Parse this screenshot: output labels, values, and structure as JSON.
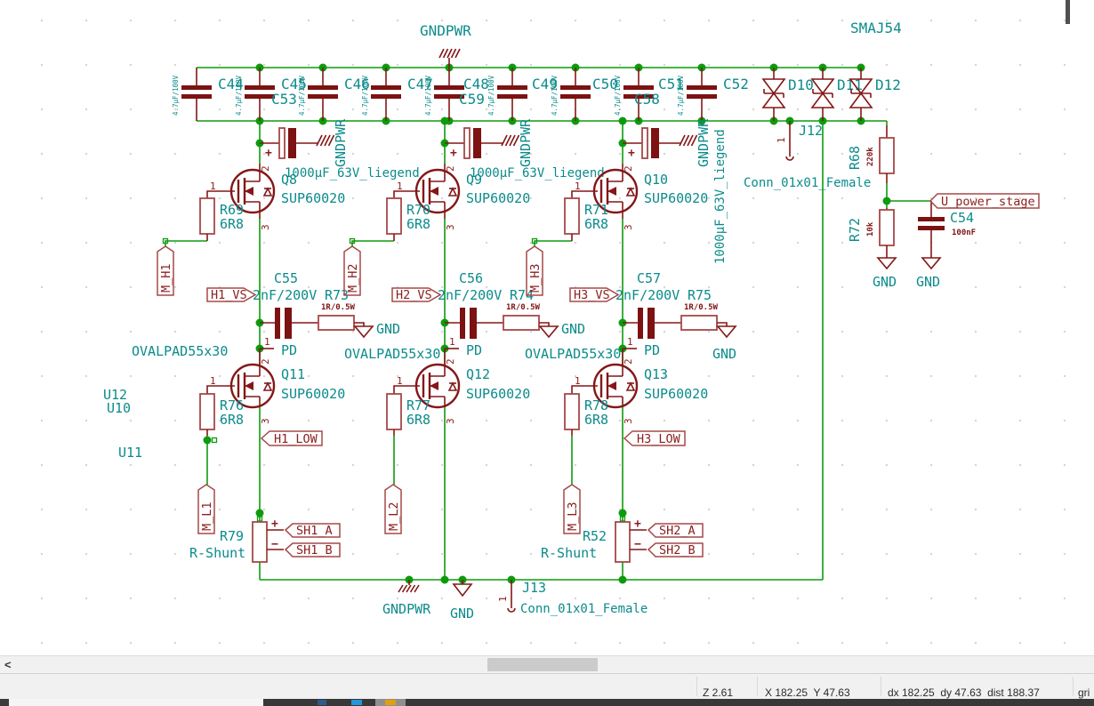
{
  "schematic": {
    "gndpwr_top": "GNDPWR",
    "smaj": "SMAJ54",
    "caps": [
      {
        "ref": "C44",
        "val": "4.7µF/100V"
      },
      {
        "ref": "C45",
        "val": "4.7µF/100V"
      },
      {
        "ref": "C46",
        "val": "4.7µF/100V"
      },
      {
        "ref": "C47",
        "val": "4.7µF/100V"
      },
      {
        "ref": "C48",
        "val": "4.7µF/100V"
      },
      {
        "ref": "C49",
        "val": "4.7µF/100V"
      },
      {
        "ref": "C50",
        "val": "4.7µF/100V"
      },
      {
        "ref": "C51",
        "val": "4.7µF/100V"
      },
      {
        "ref": "C52",
        "val": "4.7µF/100V"
      }
    ],
    "cap_dups": [
      {
        "ref": "C53"
      },
      {
        "ref": "C59"
      },
      {
        "ref": "C58"
      }
    ],
    "diodes": [
      {
        "ref": "D10"
      },
      {
        "ref": "D11"
      },
      {
        "ref": "D12"
      }
    ],
    "j12": {
      "ref": "J12",
      "val": "Conn_01x01_Female"
    },
    "j13": {
      "ref": "J13",
      "val": "Conn_01x01_Female"
    },
    "sense": {
      "r68": "R68",
      "r68_val": "220k",
      "r72": "R72",
      "r72_val": "10k",
      "c54": "C54",
      "c54_val": "100nF",
      "hlabel": "U_power_stage",
      "gnd_a": "GND",
      "gnd_b": "GND"
    },
    "cols": [
      {
        "q_hi": "Q8",
        "part_hi": "SUP60020",
        "r_hi": "R69",
        "r_hi_val": "6R8",
        "elec_val": "1000µF_63V_liegend",
        "elec_gnd": "GNDPWR",
        "m_h": "M_H1",
        "vs": "H1_VS",
        "cap": "C55",
        "cap_val": "2nF/200V",
        "r_mid": "R73",
        "r_mid_val": "1R/0.5W",
        "gnd_mid": "GND",
        "pad": "OVALPAD55x30",
        "pad_pin": "PD",
        "q_lo": "Q11",
        "part_lo": "SUP60020",
        "r_lo": "R76",
        "r_lo_val": "6R8",
        "low": "H1_LOW",
        "m_l": "M_L1",
        "shunt_ref": "R79",
        "shunt_val": "R-Shunt",
        "sh_a": "SH1_A",
        "sh_b": "SH1_B"
      },
      {
        "q_hi": "Q9",
        "part_hi": "SUP60020",
        "r_hi": "R70",
        "r_hi_val": "6R8",
        "elec_val": "1000µF_63V_liegend",
        "elec_gnd": "GNDPWR",
        "m_h": "M_H2",
        "vs": "H2_VS",
        "cap": "C56",
        "cap_val": "2nF/200V",
        "r_mid": "R74",
        "r_mid_val": "1R/0.5W",
        "gnd_mid": "GND",
        "pad": "OVALPAD55x30",
        "pad_pin": "PD",
        "q_lo": "Q12",
        "part_lo": "SUP60020",
        "r_lo": "R77",
        "r_lo_val": "6R8",
        "m_l": "M_L2"
      },
      {
        "q_hi": "Q10",
        "part_hi": "SUP60020",
        "r_hi": "R71",
        "r_hi_val": "6R8",
        "elec_val": "1000µF_63V_liegend",
        "elec_gnd": "GNDPWR",
        "m_h": "M_H3",
        "vs": "H3_VS",
        "cap": "C57",
        "cap_val": "2nF/200V",
        "r_mid": "R75",
        "r_mid_val": "1R/0.5W",
        "gnd_mid": "GND",
        "pad": "OVALPAD55x30",
        "pad_pin": "PD",
        "q_lo": "Q13",
        "part_lo": "SUP60020",
        "r_lo": "R78",
        "r_lo_val": "6R8",
        "low": "H3_LOW",
        "m_l": "M_L3",
        "shunt_ref": "R52",
        "shunt_val": "R-Shunt",
        "sh_a": "SH2_A",
        "sh_b": "SH2_B"
      }
    ],
    "u_refs": [
      "U12",
      "U10",
      "U11"
    ],
    "pins": {
      "p1": "1",
      "p2": "2",
      "p3": "3",
      "plus": "+",
      "minus": "−"
    },
    "bottom": {
      "gndpwr": "GNDPWR",
      "gnd": "GND"
    }
  },
  "scrollbar": {
    "left_arrow": "<"
  },
  "statusbar": {
    "zoom": "Z 2.61",
    "position": "X 182.25  Y 47.63",
    "delta": "dx 182.25  dy 47.63  dist 188.37",
    "grid": "gri"
  }
}
